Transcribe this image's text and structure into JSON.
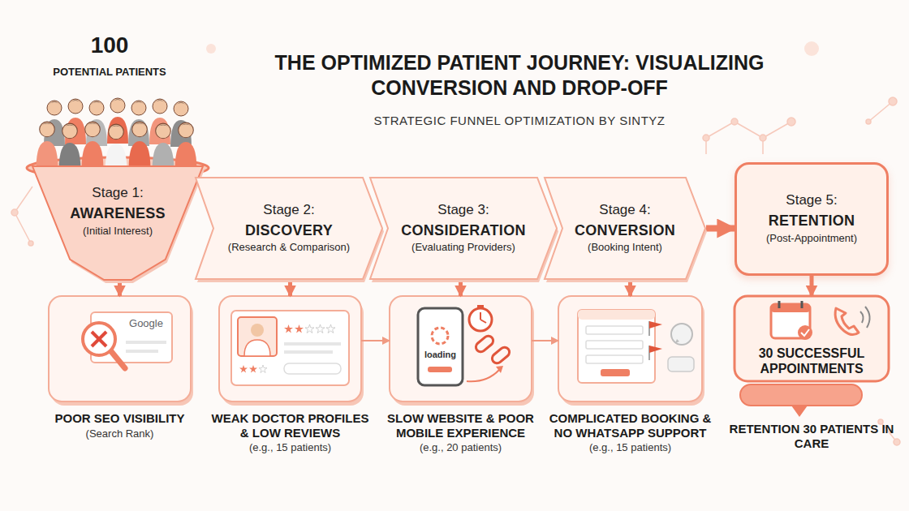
{
  "diagram": {
    "title": "THE OPTIMIZED PATIENT JOURNEY: VISUALIZING CONVERSION AND DROP-OFF",
    "nodes": [
      {
        "text": [
          "Stage 1:",
          "AWARENESS",
          "(Initial Interest)"
        ]
      },
      {
        "text": [
          "Stage 2:",
          "DISCOVERY",
          "(Research & Comparison)"
        ]
      },
      {
        "text": [
          "Stage 3:",
          "CONSIDERATION",
          "(Evaluating Providers)"
        ]
      },
      {
        "text": [
          "Stage 4:",
          "CONVERSION",
          "(Booking Intent)"
        ]
      },
      {
        "text": [
          "Stage 5:",
          "RETENTION",
          "(Post-Appointment)"
        ]
      },
      {
        "text": [
          "POOR SEO VISIBILITY",
          "(Search Rank)"
        ]
      },
      {
        "text": [
          "WEAK DOCTOR PROFILES & LOW REVIEWS",
          "(e.g., 15 patients)"
        ]
      },
      {
        "text": [
          "SLOW WEBSITE & POOR MOBILE EXPERIENCE",
          "(e.g., 20 patients)"
        ]
      },
      {
        "text": [
          "COMPLICATED BOOKING & NO WHATSAPP SUPPORT",
          "(e.g., 15 patients)"
        ]
      },
      {
        "text": [
          "30 SUCCESSFUL APPOINTMENTS",
          "RETENTION 30 PATIENTS IN CARE"
        ]
      }
    ],
    "edges": [
      {
        "from": 0,
        "to": 5,
        "arrow": "to"
      },
      {
        "from": 1,
        "to": 6,
        "arrow": "to"
      },
      {
        "from": 2,
        "to": 7,
        "arrow": "to"
      },
      {
        "from": 3,
        "to": 8,
        "arrow": "to"
      },
      {
        "from": 4,
        "to": 9,
        "arrow": "to"
      },
      {
        "from": 3,
        "to": 4,
        "arrow": "to"
      },
      {
        "from": 6,
        "to": 7,
        "arrow": "to"
      },
      {
        "from": 7,
        "to": 8,
        "arrow": "to"
      }
    ],
    "labels": [
      "100",
      "POTENTIAL PATIENTS",
      "STRATEGIC FUNNEL OPTIMIZATION BY SINTYZ",
      "Google",
      "loading"
    ]
  }
}
